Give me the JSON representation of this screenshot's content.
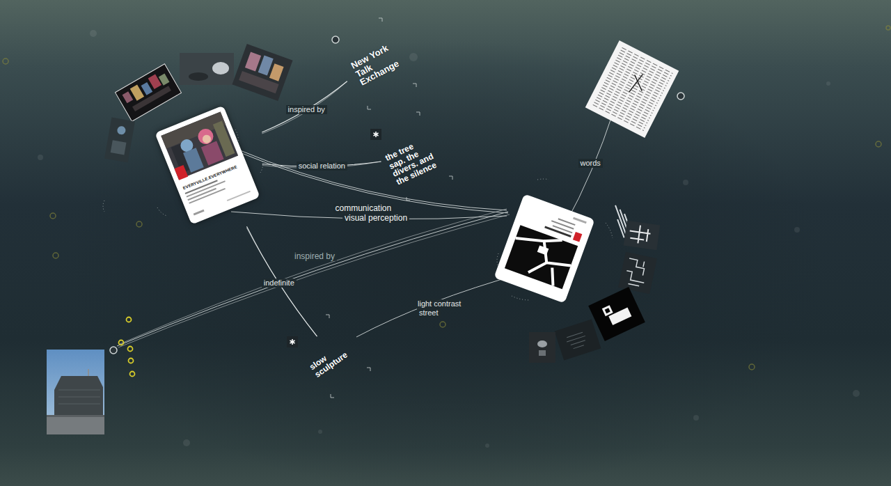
{
  "diagram": {
    "nodes": [
      {
        "text": [
          "EVERYVILLE.EVERYWHERE"
        ]
      },
      {
        "text": [
          "New York Talk Exchange"
        ]
      },
      {
        "text": [
          "the tree sap. the divers. and the silence"
        ]
      },
      {
        "text": [
          "slow sculpture"
        ]
      }
    ],
    "edges": [
      {
        "from": 0,
        "to": 1,
        "label": "inspired by",
        "arrow": "none"
      },
      {
        "from": 0,
        "to": 2,
        "label": "social relation",
        "arrow": "none"
      },
      {
        "from": 0,
        "to": 3,
        "label": "indefinite",
        "arrow": "none"
      }
    ],
    "labels": [
      "communication",
      "visual perception",
      "inspired by",
      "light contrast",
      "street",
      "words"
    ]
  }
}
